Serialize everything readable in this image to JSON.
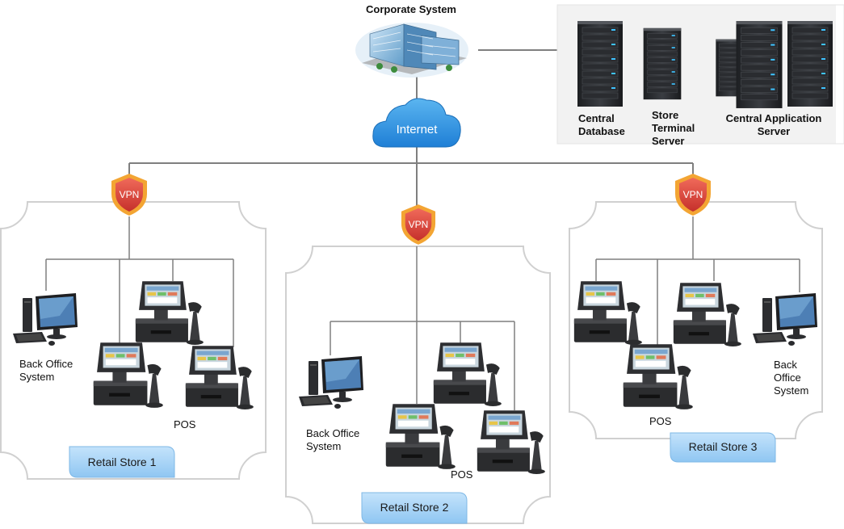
{
  "corporate": {
    "title": "Corporate System"
  },
  "internet": {
    "label": "Internet"
  },
  "servers": {
    "central_database": [
      "Central",
      "Database"
    ],
    "store_terminal_server": [
      "Store",
      "Terminal",
      "Server"
    ],
    "central_application_server": [
      "Central Application",
      "Server"
    ]
  },
  "vpn": {
    "label": "VPN"
  },
  "stores": [
    {
      "name": "Retail Store 1",
      "back_office": [
        "Back Office",
        "System"
      ],
      "pos": "POS"
    },
    {
      "name": "Retail Store 2",
      "back_office": [
        "Back Office",
        "System"
      ],
      "pos": "POS"
    },
    {
      "name": "Retail Store 3",
      "back_office": [
        "Back",
        "Office",
        "System"
      ],
      "pos": "POS"
    }
  ],
  "colors": {
    "line": "#7f7f7f",
    "store_border": "#cfcfcf",
    "store_tag": "#a9d3f5",
    "vpn_red": "#d9413b",
    "vpn_orange": "#f3a533",
    "cloud": "#2f8fde"
  }
}
